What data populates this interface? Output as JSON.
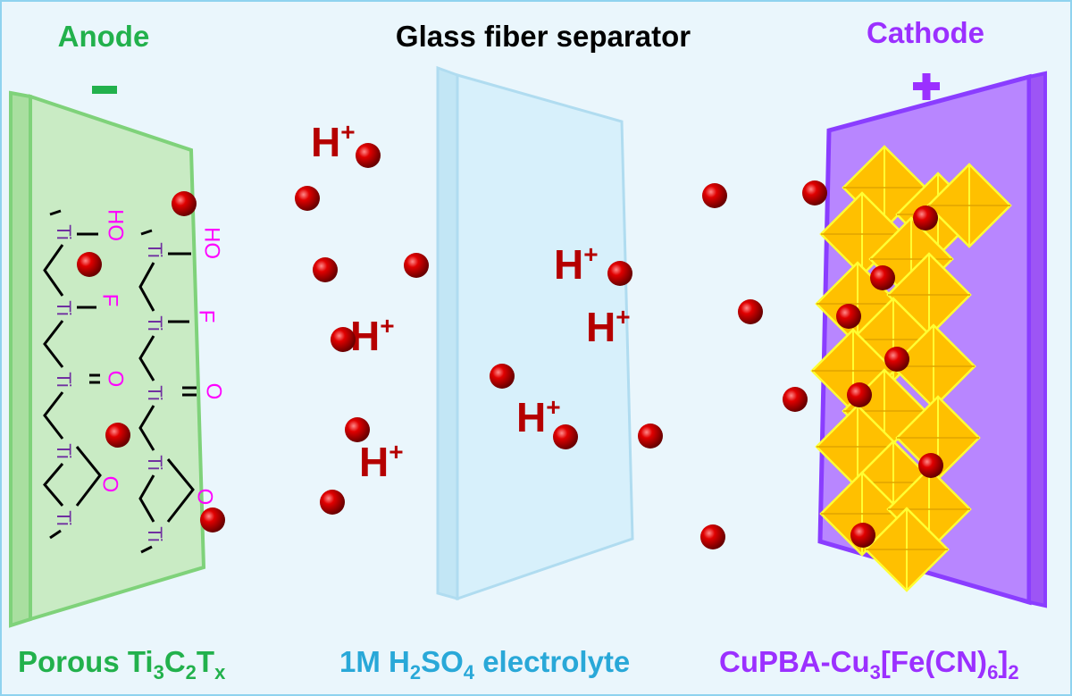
{
  "labels": {
    "anode": "Anode",
    "anode_sign": "−",
    "separator": "Glass fiber separator",
    "cathode": "Cathode",
    "cathode_sign": "+"
  },
  "ion": {
    "symbol": "H",
    "charge": "+"
  },
  "bottom": {
    "anode_material": {
      "parts": [
        "Porous Ti",
        "3",
        "C",
        "2",
        "T",
        "x"
      ]
    },
    "electrolyte": {
      "parts": [
        "1M H",
        "2",
        "SO",
        "4",
        " electrolyte"
      ]
    },
    "cathode_material": {
      "parts": [
        "CuPBA-Cu",
        "3",
        "[Fe(CN)",
        "6",
        "]",
        "2"
      ]
    }
  },
  "mxene": {
    "ti": "Ti",
    "groups": [
      "HO",
      "F",
      "O",
      "O"
    ]
  },
  "colors": {
    "anode": "#22b14c",
    "anode_panel": "#c9ebc4",
    "separator_panel": "#d3eefa",
    "cathode": "#9b30ff",
    "cathode_panel": "#b57dff",
    "electrolyte_text": "#29a8d8",
    "ion_text": "#b50000",
    "ion_sphere": "#d40000",
    "pba_fill": "#ffc000",
    "pba_edge": "#ffff33",
    "ti_color": "#7030a0",
    "group_color": "#ff00ff"
  }
}
